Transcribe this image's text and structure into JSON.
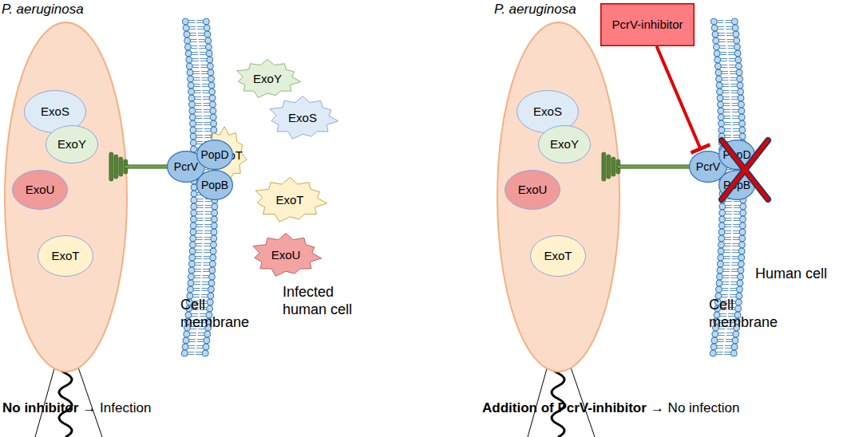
{
  "diagram": {
    "nodes": [
      {
        "text": [
          "P. aeruginosa"
        ]
      },
      {
        "text": [
          "ExoS"
        ],
        "in": 0
      },
      {
        "text": [
          "ExoY"
        ],
        "in": 0
      },
      {
        "text": [
          "ExoU"
        ],
        "in": 0
      },
      {
        "text": [
          "ExoT"
        ],
        "in": 0
      },
      {
        "text": [
          "PcrV"
        ]
      },
      {
        "text": [
          "PopD"
        ]
      },
      {
        "text": [
          "PopB"
        ]
      },
      {
        "text": [
          "oT"
        ]
      },
      {
        "text": [
          "ExoY"
        ]
      },
      {
        "text": [
          "ExoS"
        ]
      },
      {
        "text": [
          "ExoT"
        ]
      },
      {
        "text": [
          "ExoU"
        ]
      },
      {
        "text": [
          "P. aeruginosa"
        ]
      },
      {
        "text": [
          "ExoS"
        ],
        "in": 13
      },
      {
        "text": [
          "ExoY"
        ],
        "in": 13
      },
      {
        "text": [
          "ExoU"
        ],
        "in": 13
      },
      {
        "text": [
          "ExoT"
        ],
        "in": 13
      },
      {
        "text": [
          "PcrV-inhibitor"
        ]
      },
      {
        "text": [
          "PcrV"
        ]
      },
      {
        "text": [
          "PopD"
        ]
      },
      {
        "text": [
          "PopB"
        ]
      }
    ],
    "edges": [
      {
        "from": 0,
        "to": 5,
        "arrow": "none"
      },
      {
        "from": 13,
        "to": 19,
        "arrow": "none"
      },
      {
        "from": 18,
        "to": 19,
        "arrow": "to"
      }
    ],
    "labels": [
      "Cell membrane",
      "Infected human cell",
      "No inhibitor",
      "→ Infection",
      "Human cell",
      "Cell membrane",
      "Addition of PcrV-inhibitor",
      "→ No infection"
    ]
  }
}
